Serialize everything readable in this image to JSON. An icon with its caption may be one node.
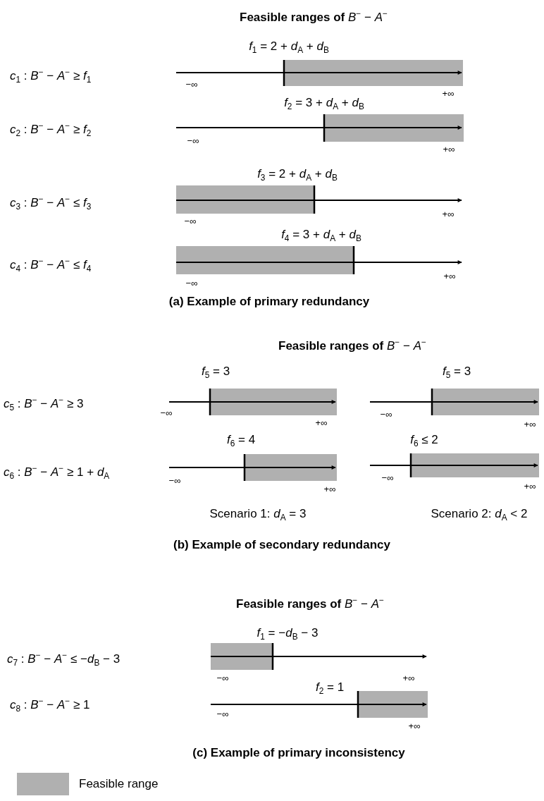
{
  "diagram": {
    "labels": [
      "**Feasible ranges of** *B*$^{−}$ − *A*$^{−}$",
      "*f*$_{1}$ = 2 + *d*$_{A}$ + *d*$_{B}$",
      "*c*$_{1}$ : *B*$^{−}$ − *A*$^{−}$ ≥ *f*$_{1}$",
      "−∞",
      "+∞",
      "*f*$_{2}$ = 3 + *d*$_{A}$ + *d*$_{B}$",
      "*c*$_{2}$ : *B*$^{−}$ − *A*$^{−}$ ≥ *f*$_{2}$",
      "−∞",
      "+∞",
      "*f*$_{3}$ = 2 + *d*$_{A}$ + *d*$_{B}$",
      "*c*$_{3}$ : *B*$^{−}$ − *A*$^{−}$ ≤ *f*$_{3}$",
      "−∞",
      "+∞",
      "*f*$_{4}$ = 3 + *d*$_{A}$ + *d*$_{B}$",
      "*c*$_{4}$ : *B*$^{−}$ − *A*$^{−}$ ≤ *f*$_{4}$",
      "−∞",
      "+∞",
      "(a) Example of primary redundancy",
      "**Feasible ranges of** *B*$^{−}$ − *A*$^{−}$",
      "*f*$_{5}$ = 3",
      "*f*$_{5}$ = 3",
      "*c*$_{5}$ : *B*$^{−}$ − *A*$^{−}$ ≥ 3",
      "−∞",
      "−∞",
      "+∞",
      "+∞",
      "*f*$_{6}$ = 4",
      "*f*$_{6}$ ≤ 2",
      "*c*$_{6}$ : *B*$^{−}$ − *A*$^{−}$ ≥ 1 + *d*$_{A}$",
      "−∞",
      "−∞",
      "+∞",
      "+∞",
      "Scenario 1:  *d*$_{A}$ = 3",
      "Scenario 2:  *d*$_{A}$ < 2",
      "(b) Example of secondary redundancy",
      "**Feasible ranges of** *B*$^{−}$ − *A*$^{−}$",
      "*f*$_{1}$ = −*d*$_{B}$ − 3",
      "*c*$_{7}$ : *B*$^{−}$ − *A*$^{−}$ ≤ −*d*$_{B}$ − 3",
      "−∞",
      "+∞",
      "*f*$_{2}$ = 1",
      "*c*$_{8}$ : *B*$^{−}$ − *A*$^{−}$ ≥ 1",
      "−∞",
      "+∞",
      "(c) Example of primary inconsistency"
    ],
    "legend": [
      {
        "text": "Feasible range",
        "color": "#b0b0b0"
      }
    ]
  }
}
